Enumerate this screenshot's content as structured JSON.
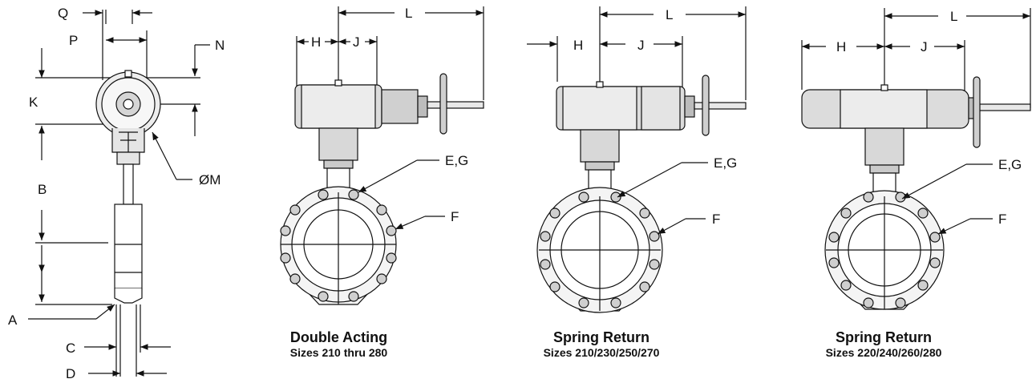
{
  "side_view": {
    "labels": [
      "Q",
      "P",
      "N",
      "K",
      "B",
      "A",
      "C",
      "D",
      "ØM"
    ]
  },
  "views": [
    {
      "dims": [
        "H",
        "J",
        "L"
      ],
      "callouts": [
        "E,G",
        "F"
      ],
      "title": "Double Acting",
      "sizes": "Sizes 210 thru 280"
    },
    {
      "dims": [
        "H",
        "J",
        "L"
      ],
      "callouts": [
        "E,G",
        "F"
      ],
      "title": "Spring Return",
      "sizes": "Sizes 210/230/250/270"
    },
    {
      "dims": [
        "H",
        "J",
        "L"
      ],
      "callouts": [
        "E,G",
        "F"
      ],
      "title": "Spring Return",
      "sizes": "Sizes 220/240/260/280"
    }
  ],
  "colors": {
    "line": "#111111",
    "body": "#d9d9d9",
    "body_dark": "#a8a8a8",
    "fill_light": "#f2f2f2"
  }
}
